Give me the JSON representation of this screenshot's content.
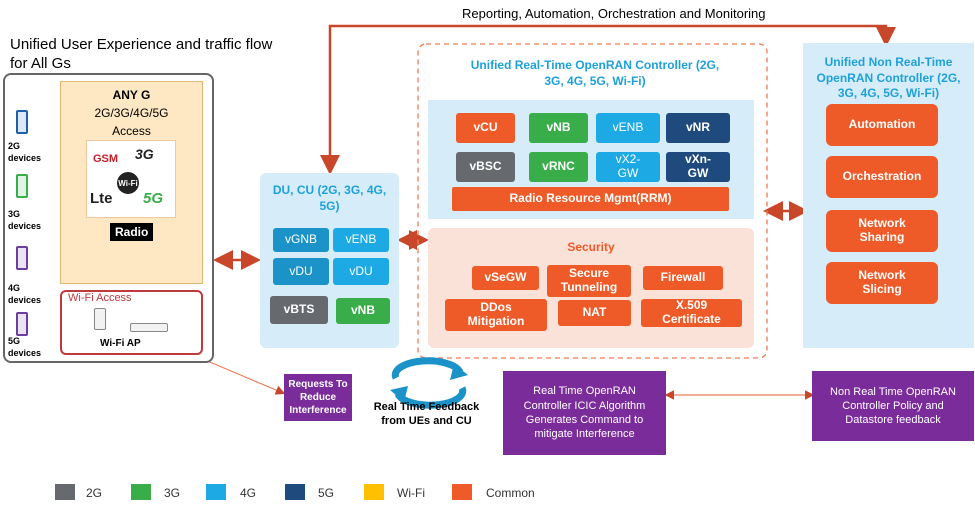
{
  "header": {
    "top_label": "Reporting, Automation, Orchestration and Monitoring",
    "left_title": "Unified User Experience and traffic flow for All Gs"
  },
  "devices": [
    {
      "label": "2G devices",
      "color": "#1f5fa8"
    },
    {
      "label": "3G devices",
      "color": "#38ad4a"
    },
    {
      "label": "4G devices",
      "color": "#6b3fa0"
    },
    {
      "label": "5G devices",
      "color": "#6b3fa0"
    }
  ],
  "anyg": {
    "title": "ANY G",
    "subtitle": "2G/3G/4G/5G",
    "access": "Access",
    "logos": [
      "GSM",
      "3G",
      "Wi-Fi",
      "Lte",
      "5G"
    ],
    "radio": "Radio"
  },
  "wifi": {
    "title": "Wi-Fi Access",
    "ap_label": "Wi-Fi AP"
  },
  "du_cu": {
    "title": "DU, CU (2G, 3G, 4G, 5G)",
    "items": [
      {
        "label": "vGNB",
        "color": "teal"
      },
      {
        "label": "vENB",
        "color": "lblue"
      },
      {
        "label": "vDU",
        "color": "teal"
      },
      {
        "label": "vDU",
        "color": "lblue"
      },
      {
        "label": "vBTS",
        "color": "grey"
      },
      {
        "label": "vNB",
        "color": "green"
      }
    ]
  },
  "rt_controller": {
    "title": "Unified Real-Time OpenRAN Controller (2G, 3G, 4G, 5G, Wi-Fi)",
    "items": [
      "vCU",
      "vNB",
      "vENB",
      "vNR",
      "vBSC",
      "vRNC",
      "vX2-GW",
      "vXn-GW"
    ],
    "rrm": "Radio Resource Mgmt(RRM)",
    "security_title": "Security",
    "security_items": [
      "vSeGW",
      "Secure Tunneling",
      "Firewall",
      "DDos Mitigation",
      "NAT",
      "X.509 Certificate"
    ]
  },
  "nrt_controller": {
    "title": "Unified Non Real-Time OpenRAN Controller (2G, 3G, 4G, 5G, Wi-Fi)",
    "items": [
      "Automation",
      "Orchestration",
      "Network Sharing",
      "Network Slicing"
    ]
  },
  "bottom": {
    "requests": "Requests To Reduce Interference",
    "feedback": "Real Time Feedback from UEs and CU",
    "rt_icic": "Real Time OpenRAN Controller ICIC Algorithm Generates Command to mitigate Interference",
    "nrt_policy": "Non Real Time OpenRAN Controller Policy and Datastore feedback"
  },
  "legend": [
    {
      "label": "2G",
      "color": "#666a6e"
    },
    {
      "label": "3G",
      "color": "#38ad4a"
    },
    {
      "label": "4G",
      "color": "#1daae4"
    },
    {
      "label": "5G",
      "color": "#1f4a7d"
    },
    {
      "label": "Wi-Fi",
      "color": "#ffc000"
    },
    {
      "label": "Common",
      "color": "#ee5a28"
    }
  ]
}
